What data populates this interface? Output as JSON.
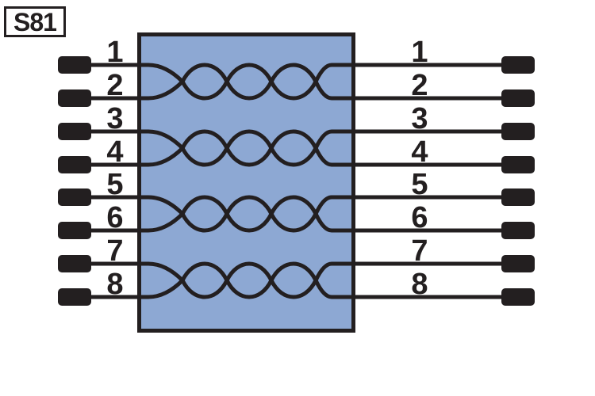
{
  "diagram_label": "S81",
  "colors": {
    "background": "#ffffff",
    "connector_fill": "#8da8d3",
    "line": "#231f20",
    "pin_fill": "#231f20"
  },
  "left_pins": [
    "1",
    "2",
    "3",
    "4",
    "5",
    "6",
    "7",
    "8"
  ],
  "right_pins": [
    "1",
    "2",
    "3",
    "4",
    "5",
    "6",
    "7",
    "8"
  ],
  "twisted_pairs": [
    {
      "pins": [
        "1",
        "2"
      ]
    },
    {
      "pins": [
        "3",
        "4"
      ]
    },
    {
      "pins": [
        "5",
        "6"
      ]
    },
    {
      "pins": [
        "7",
        "8"
      ]
    }
  ]
}
